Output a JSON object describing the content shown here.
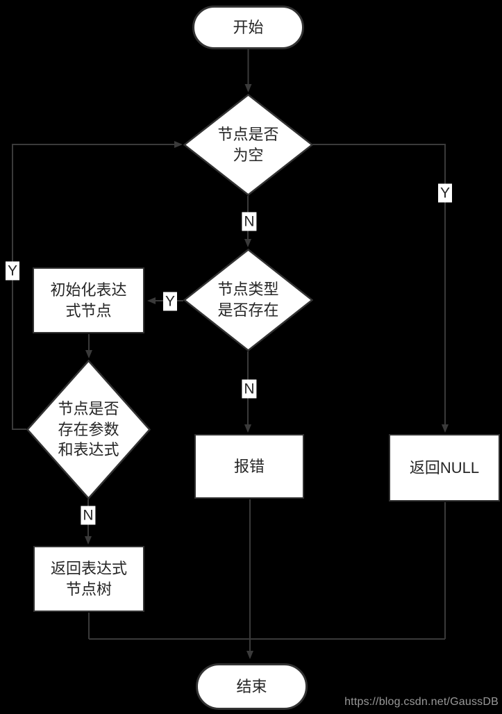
{
  "diagram": {
    "title": "expression-node-parse-flowchart",
    "colors": {
      "background": "#000000",
      "line": "#3a3a3a",
      "node_fill": "#ffffff",
      "node_border": "#333333",
      "text": "#262626",
      "watermark": "#999999"
    },
    "nodes": {
      "start": {
        "type": "terminator",
        "label": "开始"
      },
      "check_node_empty": {
        "type": "decision",
        "label": "节点是否\n为空"
      },
      "check_node_type": {
        "type": "decision",
        "label": "节点类型\n是否存在"
      },
      "init_expr_node": {
        "type": "process",
        "label": "初始化表达\n式节点"
      },
      "check_params_expr": {
        "type": "decision",
        "label": "节点是否\n存在参数\n和表达式"
      },
      "report_error": {
        "type": "process",
        "label": "报错"
      },
      "return_null": {
        "type": "process",
        "label": "返回NULL"
      },
      "return_expr_tree": {
        "type": "process",
        "label": "返回表达式\n节点树"
      },
      "end": {
        "type": "terminator",
        "label": "结束"
      }
    },
    "edge_labels": {
      "empty_no": "N",
      "empty_yes": "Y",
      "type_yes": "Y",
      "type_no": "N",
      "params_yes": "Y",
      "params_no": "N"
    }
  },
  "watermark": {
    "text": "https://blog.csdn.net/GaussDB"
  }
}
